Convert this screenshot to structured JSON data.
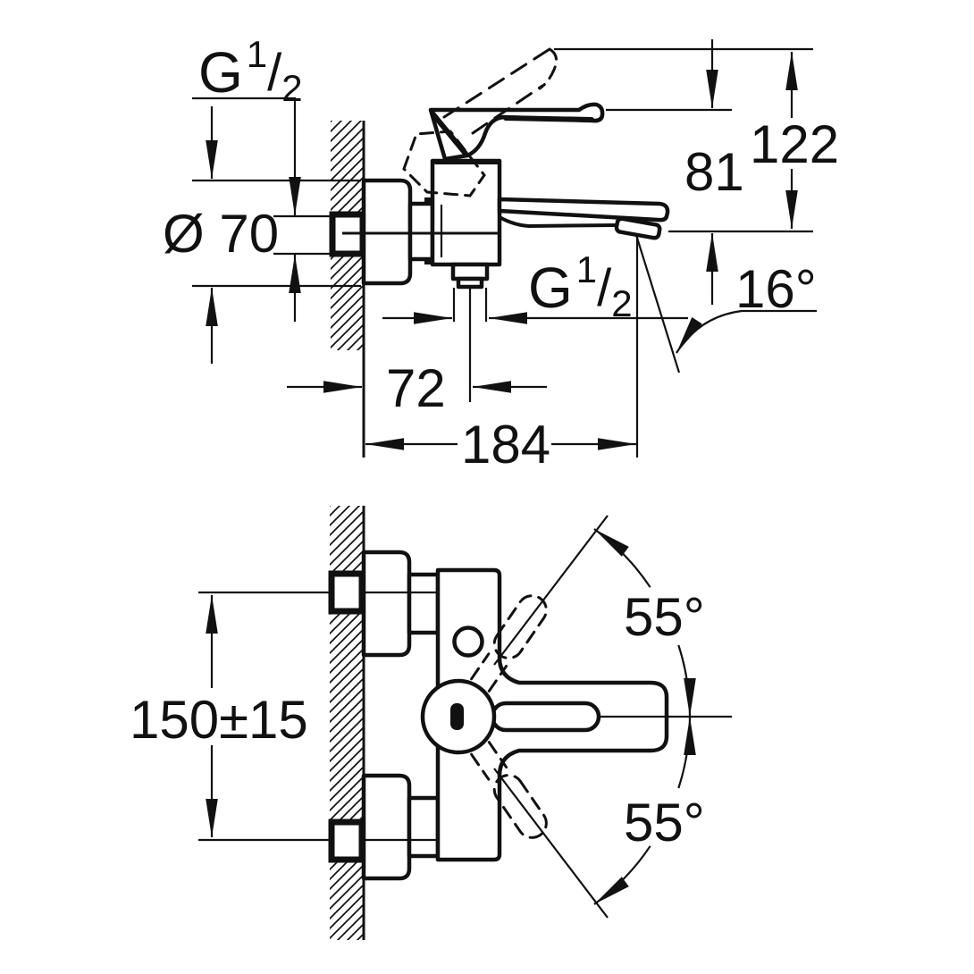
{
  "drawing": {
    "type": "technical-dimension-drawing",
    "subject": "wall-mounted single-lever bath mixer tap, side view and top view",
    "colors": {
      "background": "#ffffff",
      "line": "#111111"
    },
    "side_view": {
      "labels": {
        "inlet_thread": {
          "prefix": "G",
          "numerator": "1",
          "slash": "/",
          "denominator": "2"
        },
        "escutcheon_diameter": "Ø 70",
        "height_total": "122",
        "height_handle_to_outlet": "81",
        "spout_angle": "16°",
        "wall_to_shower_outlet": "72",
        "spout_reach": "184",
        "shower_outlet_thread": {
          "prefix": "G",
          "numerator": "1",
          "slash": "/",
          "denominator": "2"
        }
      }
    },
    "top_view": {
      "labels": {
        "connection_spacing": "150±15",
        "handle_swing_upper": "55°",
        "handle_swing_lower": "55°"
      }
    }
  }
}
